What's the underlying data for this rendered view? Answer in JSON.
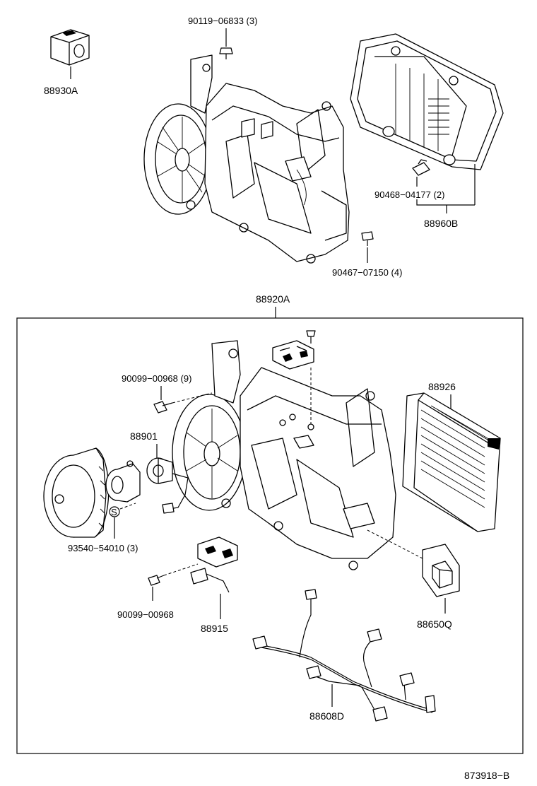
{
  "labels": {
    "p88930A": "88930A",
    "p90119": "90119−06833 (3)",
    "p90468": "90468−04177 (2)",
    "p88960B": "88960B",
    "p90467": "90467−07150 (4)",
    "p88920A": "88920A",
    "p90099a": "90099−00968 (9)",
    "p88926": "88926",
    "p88901": "88901",
    "p93540": "93540−54010 (3)",
    "p90099b": "90099−00968",
    "p88915": "88915",
    "p88650Q": "88650Q",
    "p88608D": "88608D",
    "ref": "873918−B"
  }
}
